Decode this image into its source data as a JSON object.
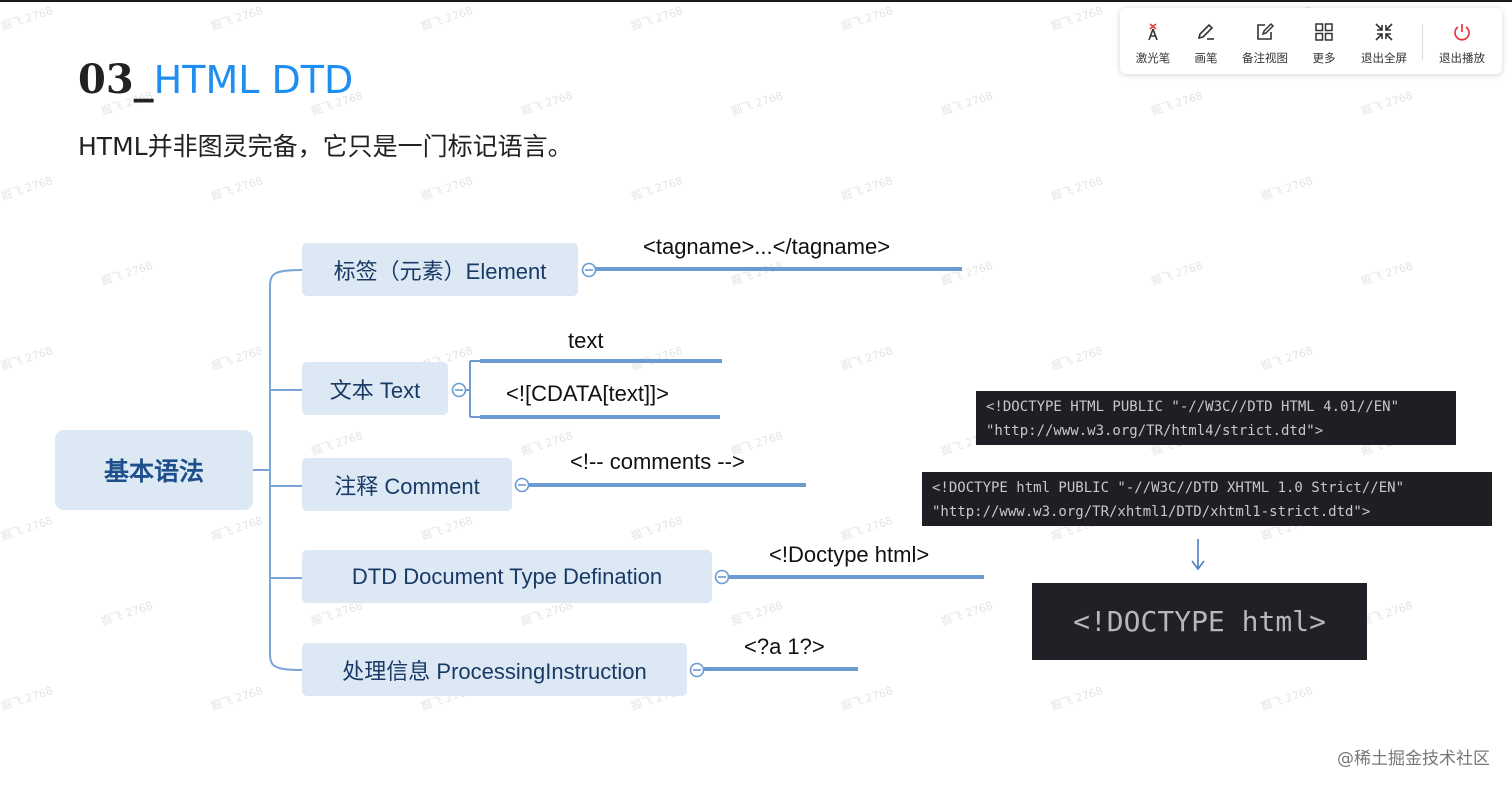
{
  "slide": {
    "title_number": "03_",
    "title_text": "HTML DTD",
    "subtitle": "HTML并非图灵完备，它只是一门标记语言。",
    "brand": "@稀土掘金技术社区",
    "watermark": "掘飞 2768"
  },
  "toolbar": {
    "items": [
      {
        "label": "激光笔",
        "icon": "laser-pointer-icon"
      },
      {
        "label": "画笔",
        "icon": "pen-icon"
      },
      {
        "label": "备注视图",
        "icon": "notes-view-icon"
      },
      {
        "label": "更多",
        "icon": "grid-icon"
      },
      {
        "label": "退出全屏",
        "icon": "exit-fullscreen-icon"
      },
      {
        "label": "退出播放",
        "icon": "power-icon"
      }
    ],
    "accent_color": "#e4393c"
  },
  "mindmap": {
    "root": "基本语法",
    "children": [
      {
        "label": "标签（元素）Element",
        "examples": [
          "<tagname>...</tagname>"
        ]
      },
      {
        "label": "文本 Text",
        "examples": [
          "text",
          "<![CDATA[text]]>"
        ]
      },
      {
        "label": "注释 Comment",
        "examples": [
          "<!-- comments -->"
        ]
      },
      {
        "label": "DTD Document Type Defination",
        "examples": [
          "<!Doctype html>"
        ]
      },
      {
        "label": "处理信息 ProcessingInstruction",
        "examples": [
          "<?a 1?>"
        ]
      }
    ],
    "node_color": "#dce8f4",
    "line_color": "#6b9bd1"
  },
  "code": {
    "html4": [
      "<!DOCTYPE HTML PUBLIC \"-//W3C//DTD HTML 4.01//EN\"",
      "\"http://www.w3.org/TR/html4/strict.dtd\">"
    ],
    "xhtml": [
      "<!DOCTYPE html PUBLIC \"-//W3C//DTD XHTML 1.0 Strict//EN\"",
      "\"http://www.w3.org/TR/xhtml1/DTD/xhtml1-strict.dtd\">"
    ],
    "html5": "<!DOCTYPE html>"
  }
}
